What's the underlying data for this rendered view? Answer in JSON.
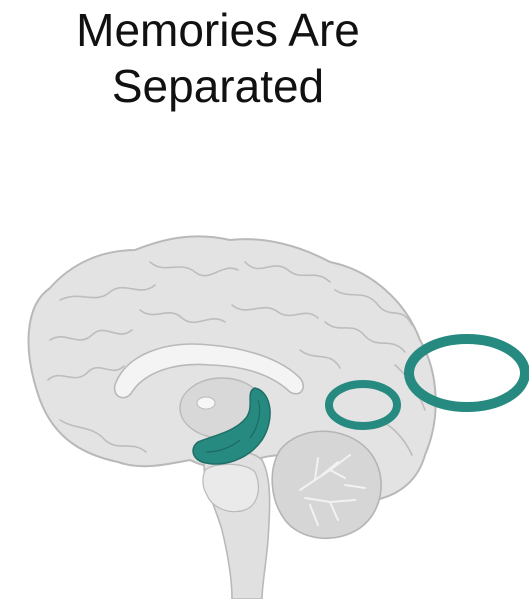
{
  "title": {
    "line1": "Memories Are",
    "line2": "Separated"
  },
  "colors": {
    "highlight": "#268a80",
    "brain_fill": "#e3e3e3",
    "brain_stroke": "#b9b9b9",
    "brain_dark": "#cfcfcf"
  },
  "markers": {
    "small_ring": "small-teal-ring",
    "large_ring": "large-teal-ring"
  }
}
